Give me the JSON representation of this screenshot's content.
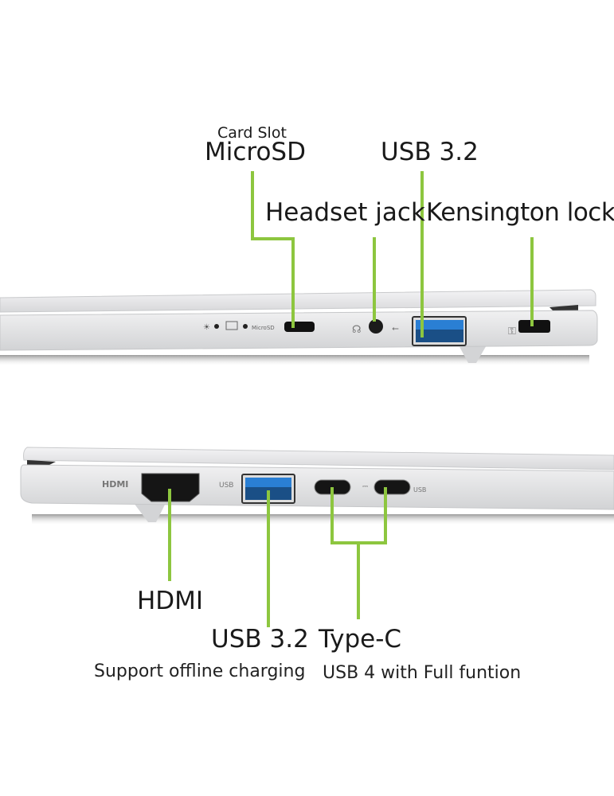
{
  "top_view": {
    "labels": {
      "card_slot": "Card Slot",
      "microsd": "MicroSD",
      "usb32": "USB 3.2",
      "headset": "Headset jack",
      "kensington": "Kensington lock"
    },
    "port_marks": {
      "microsd_text": "MicroSD"
    }
  },
  "bottom_view": {
    "labels": {
      "hdmi": "HDMI",
      "usb32": "USB 3.2",
      "usb32_note": "Support offline charging",
      "typec": "Type-C",
      "typec_note": "USB 4 with Full funtion"
    },
    "port_marks": {
      "hdmi_text": "HDMI",
      "usb_text": "USB"
    }
  },
  "colors": {
    "leader_line": "#8dc63f",
    "usb_blue": "#2a7fd4",
    "chassis": "#e4e5e7"
  }
}
